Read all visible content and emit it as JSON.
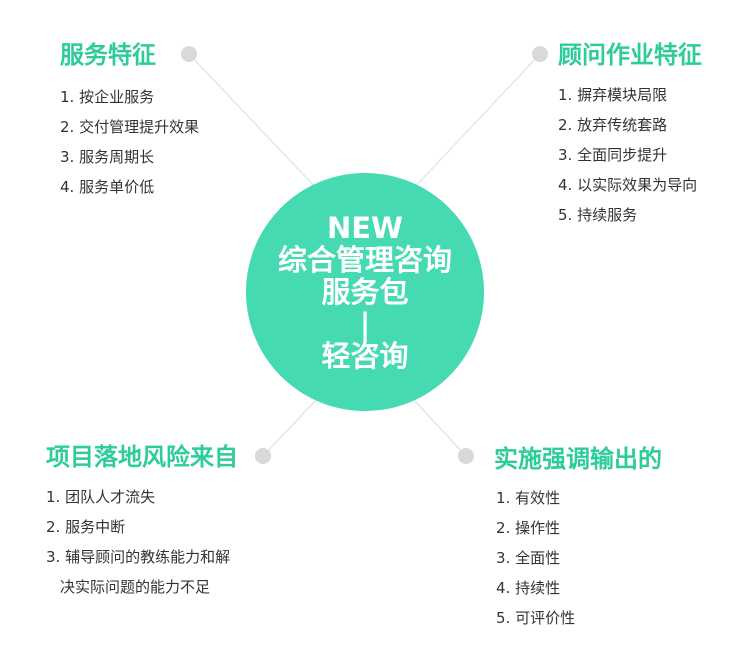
{
  "center": {
    "lines": [
      "NEW",
      "综合管理咨询",
      "服务包",
      "|",
      "轻咨询"
    ],
    "color": "#45dab2"
  },
  "sections": {
    "top_left": {
      "title": "服务特征",
      "items": [
        "1. 按企业服务",
        "2. 交付管理提升效果",
        "3. 服务周期长",
        "4. 服务单价低"
      ]
    },
    "top_right": {
      "title": "顾问作业特征",
      "items": [
        "1. 摒弃模块局限",
        "2. 放弃传统套路",
        "3. 全面同步提升",
        "4. 以实际效果为导向",
        "5. 持续服务"
      ]
    },
    "bottom_left": {
      "title": "项目落地风险来自",
      "items": [
        "1. 团队人才流失",
        "2. 服务中断",
        "3. 辅导顾问的教练能力和解"
      ],
      "item_continuation": "决实际问题的能力不足"
    },
    "bottom_right": {
      "title": "实施强调输出的",
      "items": [
        "1. 有效性",
        "2. 操作性",
        "3. 全面性",
        "4. 持续性",
        "5. 可评价性"
      ]
    }
  },
  "colors": {
    "heading": "#2ecc9a",
    "text": "#333333",
    "dot": "#d9d9d9",
    "connector": "#dddddd"
  }
}
